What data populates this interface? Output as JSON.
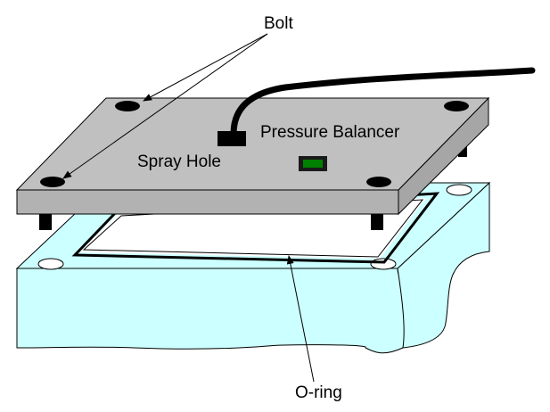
{
  "labels": {
    "bolt": "Bolt",
    "pressure_balancer": "Pressure Balancer",
    "spray_hole": "Spray Hole",
    "o_ring": "O-ring"
  },
  "colors": {
    "base_fill": "#ccffff",
    "plate_top": "#c0c0c0",
    "plate_side": "#a6a6a6",
    "plate_front": "#b2b2b2",
    "indicator_outer": "#1a1a1a",
    "indicator_inner": "#008000",
    "line": "#000000"
  }
}
